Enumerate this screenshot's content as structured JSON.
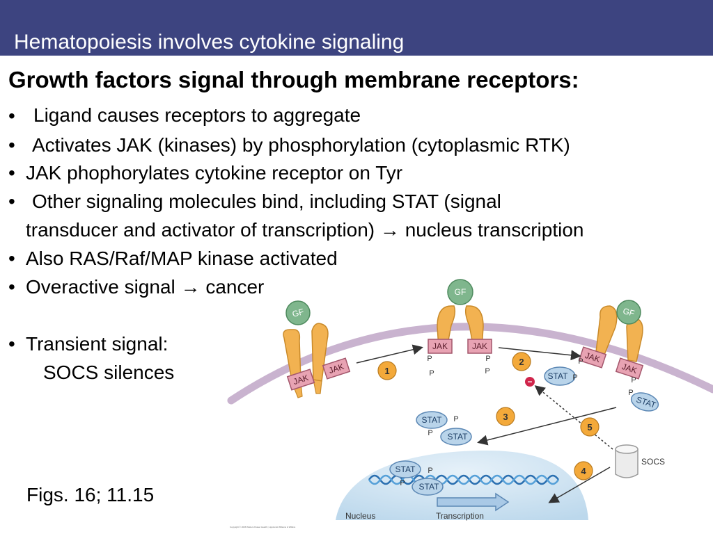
{
  "slide": {
    "title": "Hematopoiesis involves cytokine signaling",
    "heading": "Growth factors signal through membrane receptors:",
    "bullet_char": "•",
    "bullets": [
      "Ligand causes receptors to aggregate",
      "Activates JAK (kinases) by phosphorylation (cytoplasmic RTK)",
      "JAK phophorylates cytokine receptor on Tyr",
      "Other signaling molecules bind, including STAT (signal",
      "transducer and activator of transcription) → nucleus transcription",
      "Also RAS/Raf/MAP kinase activated",
      "Overactive signal → cancer",
      "Transient signal:",
      "SOCS silences"
    ],
    "figs": "Figs. 16; 11.15"
  },
  "diagram": {
    "gf": "GF",
    "jak": "JAK",
    "stat": "STAT",
    "p": "P",
    "minus": "−",
    "steps": [
      "1",
      "2",
      "3",
      "4",
      "5"
    ],
    "socs": "SOCS",
    "nucleus": "Nucleus",
    "transcription": "Transcription",
    "copyright": "Copyright © 2006 Wolters Kluwer Health | Lippincott Williams & Wilkins"
  },
  "colors": {
    "title_bar": "#3d4480",
    "receptor": "#f2b251",
    "gf": "#7fb68d",
    "jak": "#e8a3b3",
    "stat": "#b9d4ea",
    "membrane": "#c9b3cf",
    "step_badge": "#f3a93a",
    "nucleus": "#cfe3f1"
  }
}
